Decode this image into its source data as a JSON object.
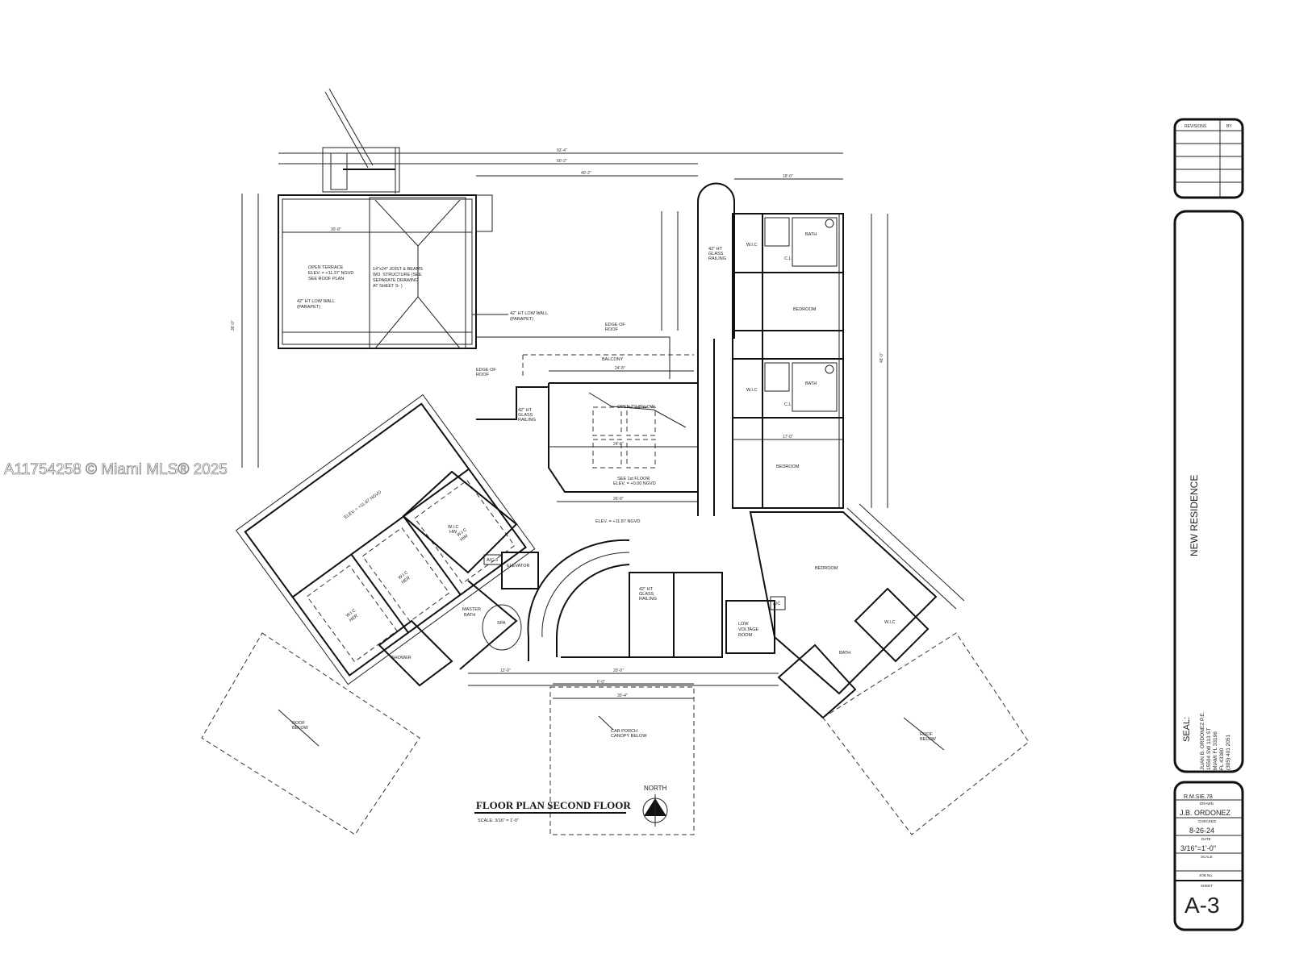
{
  "watermark": "A11754258 © Miami MLS® 2025",
  "plan": {
    "title": "FLOOR PLAN SECOND FLOOR",
    "scale": "SCALE: 3/16\" = 1'-0\"",
    "north": "NORTH",
    "labels": {
      "open_terrace": [
        "OPEN TERRACE",
        "ELEV. = +11.37' NGVD",
        "SEE ROOF PLAN"
      ],
      "joist": [
        "14\"x24\" JOIST & BEAMS",
        "WD. STRUCTURE (SEE",
        "SEPARATE DRAWING",
        "AT SHEET S-   )"
      ],
      "low_wall_1": [
        "42\" HT LOW WALL",
        "(PARAPET)"
      ],
      "low_wall_2": [
        "42\" HT LOW WALL",
        "(PARAPET)"
      ],
      "edge_roof_1": [
        "EDGE OF",
        "ROOF"
      ],
      "edge_roof_2": [
        "EDGE OF",
        "ROOF"
      ],
      "balcony": "BALCONY",
      "open_below": "OPEN TO BELOW",
      "see_first": [
        "SEE 1st FLOOR",
        "ELEV. = +0.00 NGVD"
      ],
      "elev_center": "ELEV. = +11.87 NGVD",
      "elev_master": "ELEV. = +11.87 NGVD",
      "glass_railing_1": [
        "42\" HT",
        "GLASS",
        "RAILING"
      ],
      "glass_railing_2": [
        "42\" HT",
        "GLASS",
        "RAILING"
      ],
      "glass_railing_3": [
        "42\" HT",
        "GLASS",
        "RAILING"
      ],
      "wic": "W.I.C",
      "bath": "BATH",
      "cl": "C.L",
      "bedroom": "BEDROOM",
      "wic_hw": [
        "W.I.C",
        "HW"
      ],
      "wic_her": [
        "W.I.C",
        "HER"
      ],
      "wic_him": [
        "W.I.C",
        "HIM"
      ],
      "ac3": "A/C-3",
      "ac": "A/C",
      "elevator": "ELEVATOR",
      "master_bath": [
        "MASTER",
        "BATH"
      ],
      "spa": "SPA",
      "shower": "SHOWER",
      "low_voltage": [
        "LOW",
        "VOLTAGE",
        "ROOM"
      ],
      "car_porch": [
        "CAR PORCH",
        "CANOPY BELOW"
      ],
      "roof_below": [
        "ROOF",
        "BELOW"
      ]
    },
    "dimensions": {
      "overall_top": "93'-4\"",
      "top_2": "60'-2\"",
      "top_3": "40'-2\"",
      "terrace_w": "30'-8\"",
      "terrace_h": "36'-0\"",
      "balcony_w": "24'-8\"",
      "open_w": "24'-8\"",
      "open_b": "26'-8\"",
      "right_top": "18'-0\"",
      "right_h": "48'-0\"",
      "bed_w": "17'-0\"",
      "porch_w": "30'-4\"",
      "porch_seg": "6'-0\"",
      "bottom_left": "12'-0\"",
      "bottom_mid": "20'-0\""
    }
  },
  "title_block": {
    "revisions_header": "REVISIONS",
    "by_header": "BY",
    "project": "NEW RESIDENCE",
    "seal_label": "SEAL:",
    "engineer": [
      "JUAN B. ORDONEZ P.E.",
      "15504 SW 113 ST",
      "MIAMI FL 33196",
      "FL 43380",
      "(305) 401 2051"
    ],
    "drawn_value": "R.M.SIE.78",
    "drawn_label": "DRAWN",
    "checked_value": "J.B. ORDONEZ",
    "checked_label": "CHECKED",
    "date_value": "8-26-24",
    "date_label": "DATE",
    "scale_value": "3/16\"=1'-0\"",
    "scale_label": "SCALE",
    "job_label": "JOB No.",
    "sheet_label": "SHEET",
    "sheet_value": "A-3"
  }
}
